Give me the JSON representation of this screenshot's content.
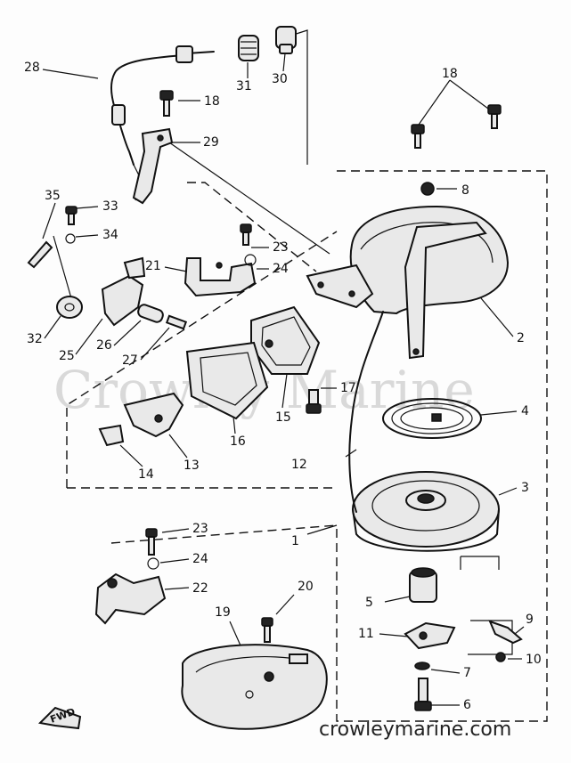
{
  "watermark": "Crowley Marine",
  "footer": "crowleymarine.com",
  "fwd_label": "FWD",
  "callouts": {
    "c1": "1",
    "c2": "2",
    "c3": "3",
    "c4": "4",
    "c5": "5",
    "c6": "6",
    "c7": "7",
    "c8": "8",
    "c9": "9",
    "c10": "10",
    "c11": "11",
    "c12": "12",
    "c13": "13",
    "c14": "14",
    "c15": "15",
    "c16": "16",
    "c17": "17",
    "c18a": "18",
    "c18b": "18",
    "c19": "19",
    "c20": "20",
    "c21": "21",
    "c22": "22",
    "c23a": "23",
    "c23b": "23",
    "c24a": "24",
    "c24b": "24",
    "c25": "25",
    "c26": "26",
    "c27": "27",
    "c28": "28",
    "c29": "29",
    "c30": "30",
    "c31": "31",
    "c32": "32",
    "c33": "33",
    "c34": "34",
    "c35": "35"
  }
}
